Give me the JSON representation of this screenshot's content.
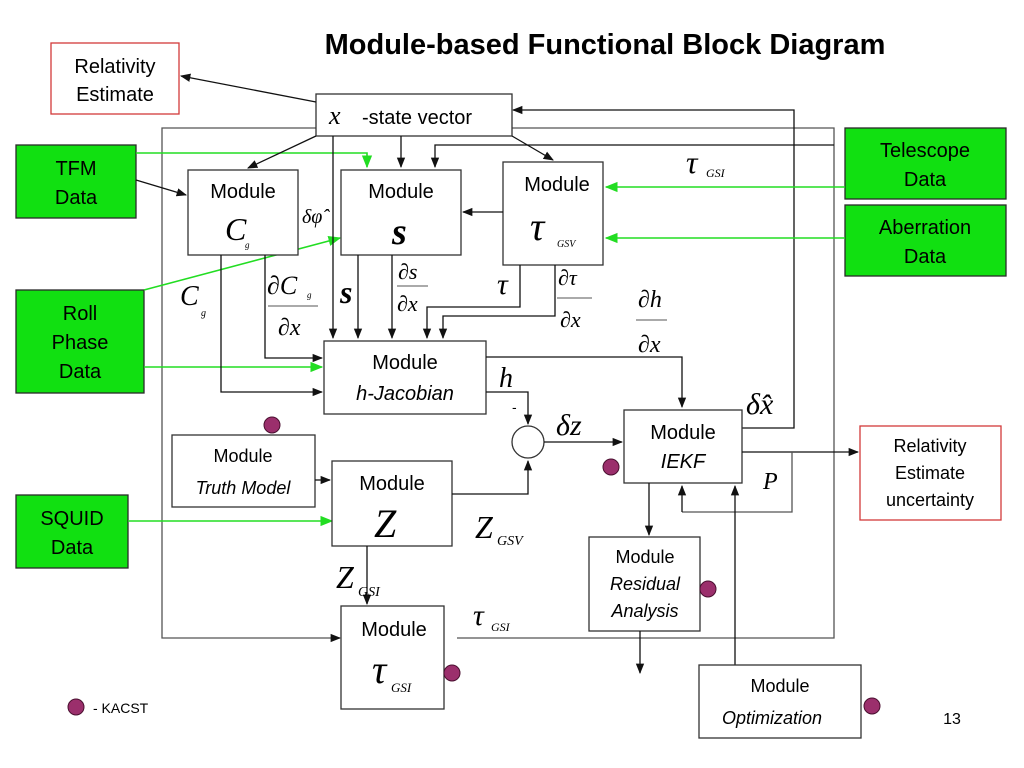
{
  "title": "Module-based Functional Block Diagram",
  "page_number": "13",
  "legend": {
    "marker": "kacst-dot",
    "label": "- KACST"
  },
  "colors": {
    "data_source_fill": "#11e011",
    "output_border": "#d23a3a",
    "kacst_dot": "#9b2f6c",
    "data_flow_line": "#22dd22"
  },
  "outputs": {
    "relativity_estimate": [
      "Relativity",
      "Estimate"
    ],
    "relativity_uncertainty": [
      "Relativity",
      "Estimate",
      "uncertainty"
    ]
  },
  "state_vector": {
    "symbol": "x",
    "label": "-state vector"
  },
  "data_sources": {
    "tfm": [
      "TFM",
      "Data"
    ],
    "roll_phase": [
      "Roll",
      "Phase",
      "Data"
    ],
    "squid": [
      "SQUID",
      "Data"
    ],
    "telescope": [
      "Telescope",
      "Data"
    ],
    "aberration": [
      "Aberration",
      "Data"
    ]
  },
  "modules": {
    "cg": {
      "label": "Module",
      "symbol": "C",
      "sub": "g"
    },
    "s": {
      "label": "Module",
      "symbol": "s"
    },
    "tau_gsv": {
      "label": "Module",
      "symbol": "τ",
      "sub": "GSV"
    },
    "h_jacobian": {
      "label": "Module",
      "name": "h-Jacobian"
    },
    "truth_model": {
      "label": "Module",
      "name": "Truth Model"
    },
    "z": {
      "label": "Module",
      "symbol": "Z"
    },
    "iekf": {
      "label": "Module",
      "name": "IEKF"
    },
    "residual": {
      "label": "Module",
      "name1": "Residual",
      "name2": "Analysis"
    },
    "tau_gsi": {
      "label": "Module",
      "symbol": "τ",
      "sub": "GSI"
    },
    "optimization": {
      "label": "Module",
      "name": "Optimization"
    }
  },
  "signals": {
    "delta_phi": "δφ̂",
    "cg": "C",
    "cg_sub": "g",
    "dcg_num": "∂C",
    "dcg_den": "∂x",
    "s": "s",
    "ds_num": "∂s",
    "ds_den": "∂x",
    "tau": "τ",
    "dtau_num": "∂τ",
    "dtau_den": "∂x",
    "dh_num": "∂h",
    "dh_den": "∂x",
    "h": "h",
    "minus": "-",
    "dz": "δz",
    "dxhat": "δx̂",
    "p": "P",
    "z_gsv": "Z",
    "z_gsv_sub": "GSV",
    "z_gsi": "Z",
    "z_gsi_sub": "GSI",
    "tau_gsi_top": "τ",
    "tau_gsi_top_sub": "GSI",
    "tau_gsi_bottom": "τ",
    "tau_gsi_bottom_sub": "GSI"
  }
}
